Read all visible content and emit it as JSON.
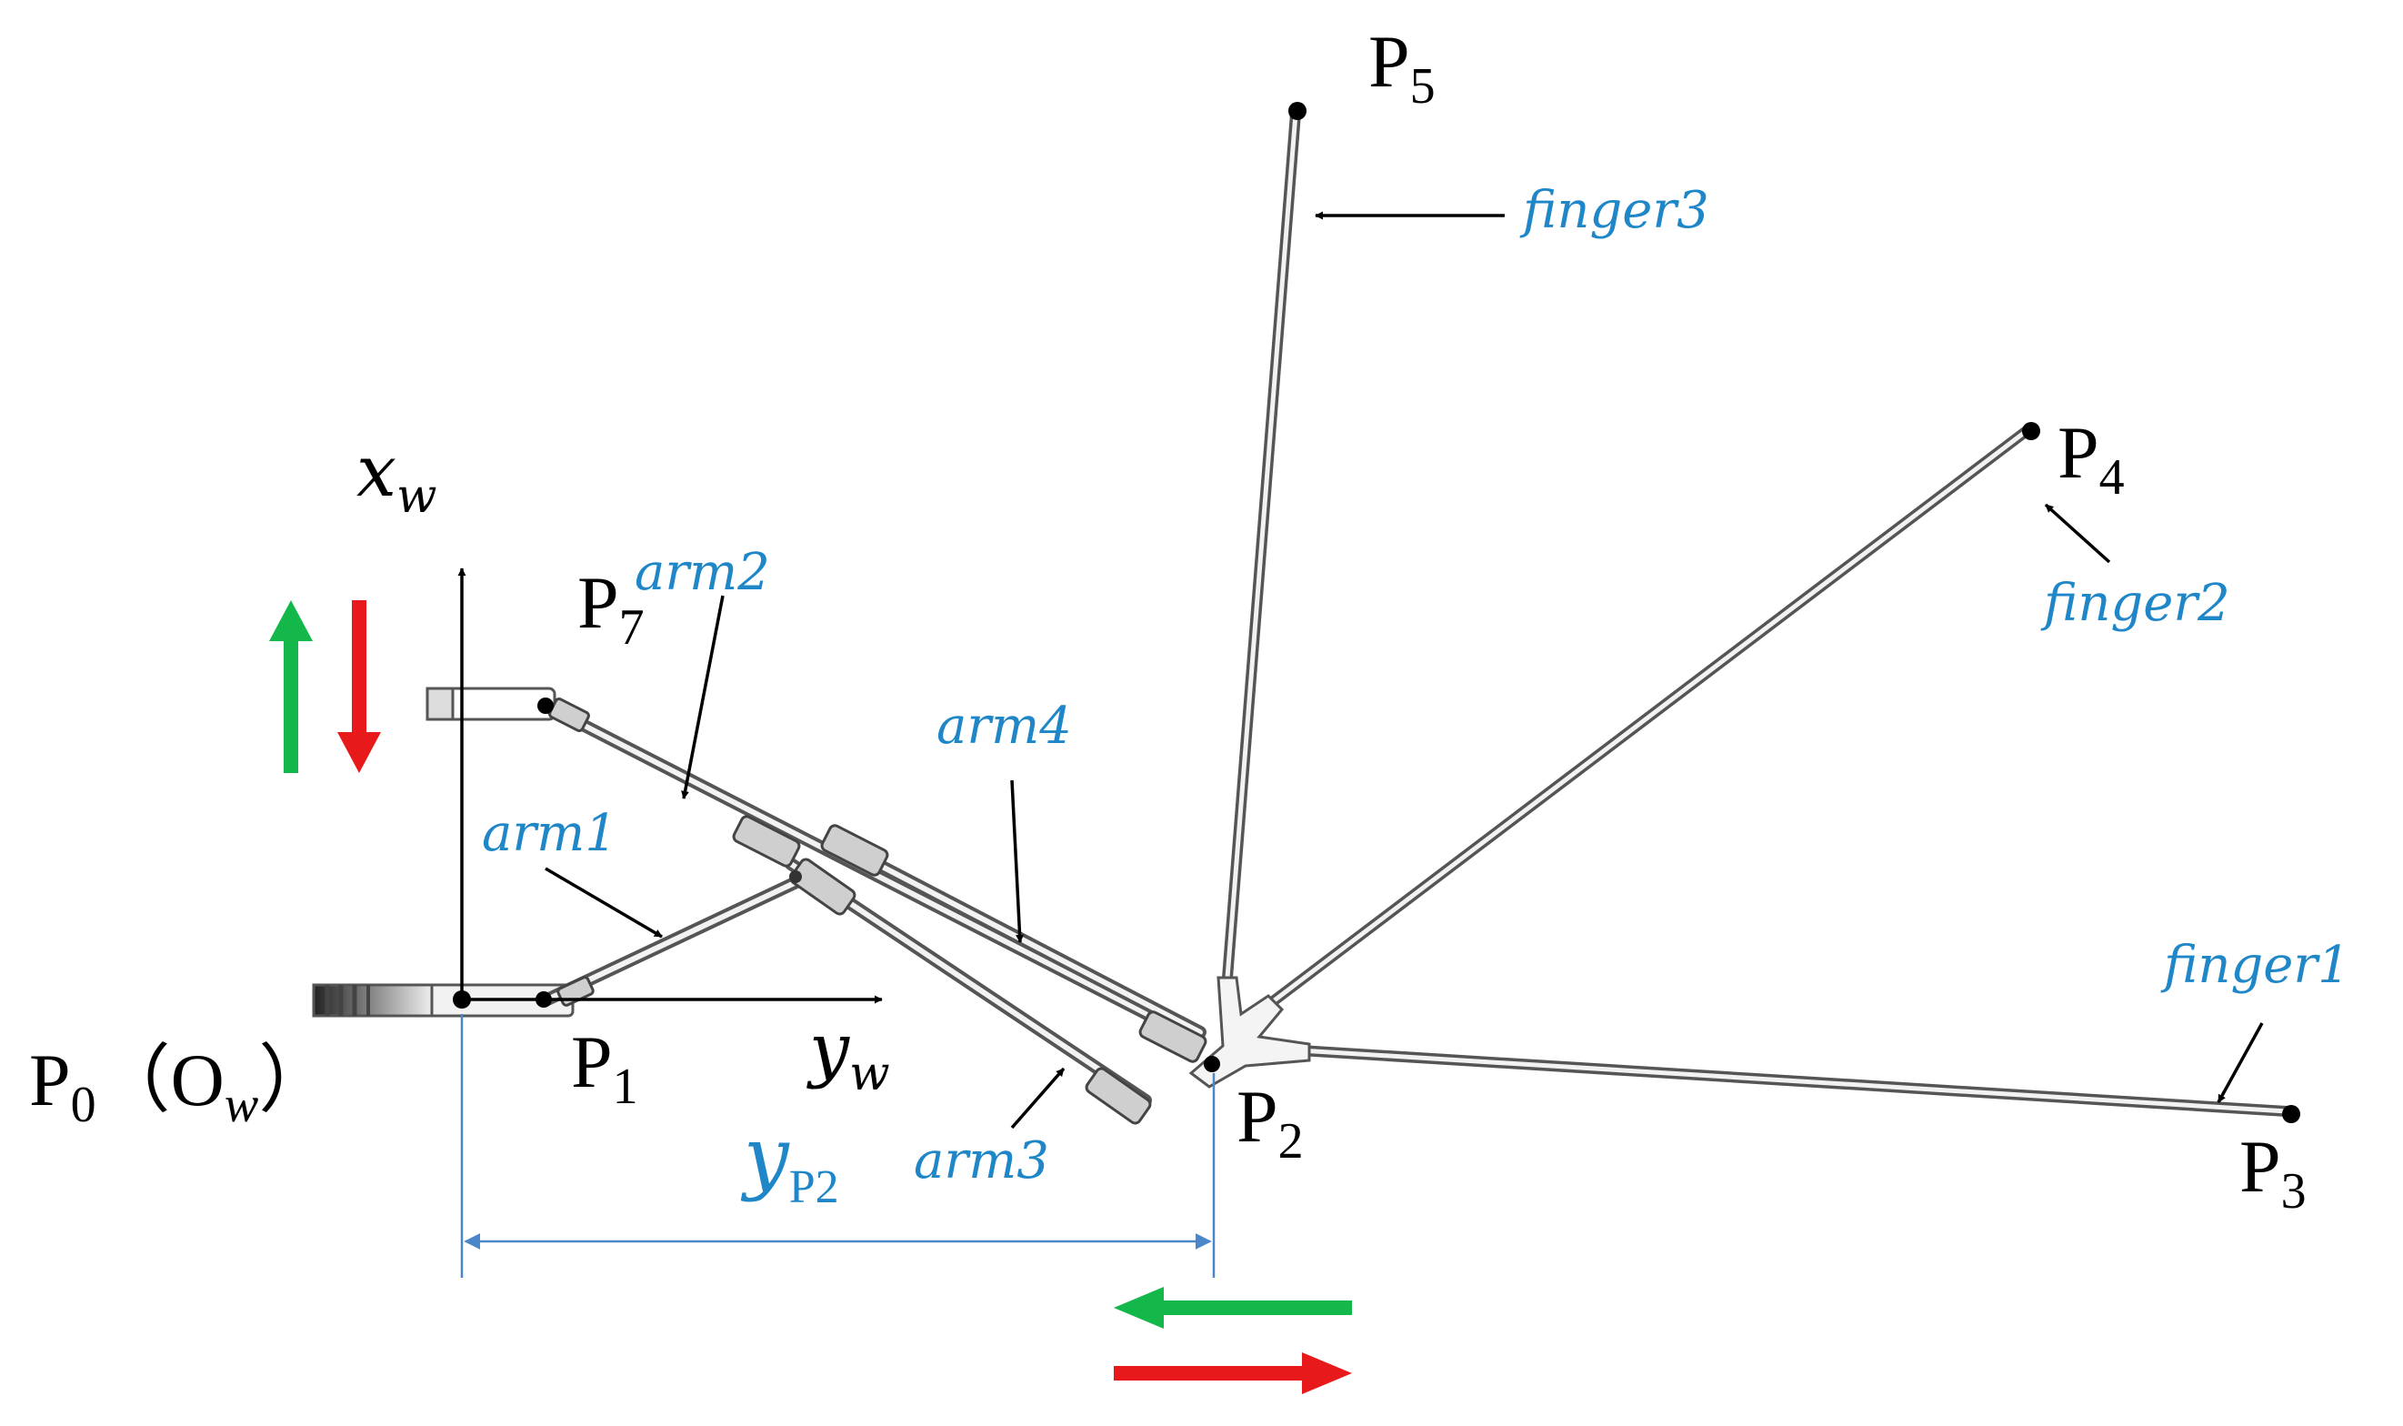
{
  "points": {
    "p0": {
      "base": "P",
      "sub": "0",
      "suffix": "（O"
    },
    "p0_sub_w": "w",
    "p0_close": "）",
    "p1": {
      "base": "P",
      "sub": "1"
    },
    "p2": {
      "base": "P",
      "sub": "2"
    },
    "p3": {
      "base": "P",
      "sub": "3"
    },
    "p4": {
      "base": "P",
      "sub": "4"
    },
    "p5": {
      "base": "P",
      "sub": "5"
    },
    "p7": {
      "base": "P",
      "sub": "7"
    }
  },
  "axes": {
    "x": {
      "base": "x",
      "sub": "w"
    },
    "y": {
      "base": "y",
      "sub": "w"
    }
  },
  "labels": {
    "arm1": "arm1",
    "arm2": "arm2",
    "arm3": "arm3",
    "arm4": "arm4",
    "finger1": "finger1",
    "finger2": "finger2",
    "finger3": "finger3"
  },
  "dimension": {
    "base": "y",
    "sub": "P2"
  },
  "colors": {
    "label_blue": "#1f86c8",
    "arrow_green": "#14b84a",
    "arrow_red": "#e8191a",
    "dimension_blue": "#4a86c8"
  }
}
